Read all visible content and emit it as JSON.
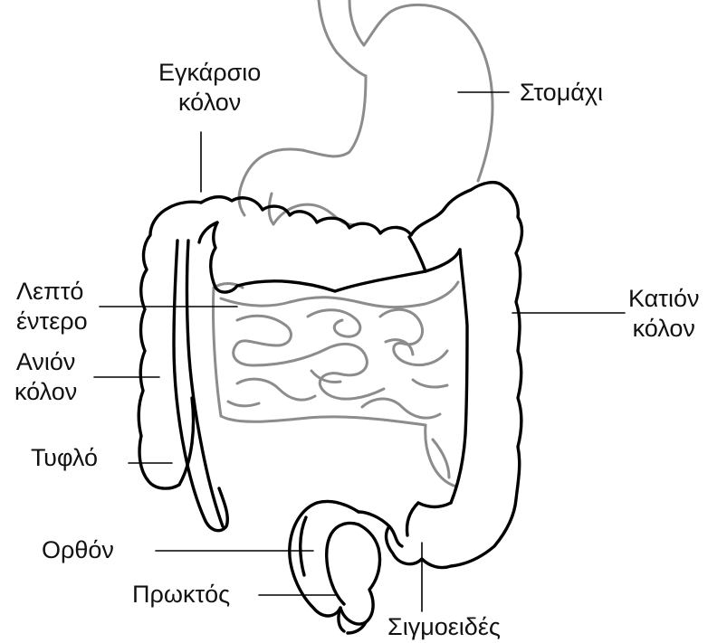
{
  "labels": {
    "transverse": [
      "Εγκάρσιο",
      "κόλον"
    ],
    "stomach": "Στομάχι",
    "small": [
      "Λεπτό",
      "έντερο"
    ],
    "descending": [
      "Κατιόν",
      "κόλον"
    ],
    "ascending": [
      "Ανιόν",
      "κόλον"
    ],
    "cecum": "Τυφλό",
    "rectum": "Ορθόν",
    "anus": "Πρωκτός",
    "sigmoid": "Σιγμοειδές"
  },
  "colors": {
    "outline": "#000000",
    "inner_organs": "#8c8c8c",
    "text": "#111111"
  }
}
